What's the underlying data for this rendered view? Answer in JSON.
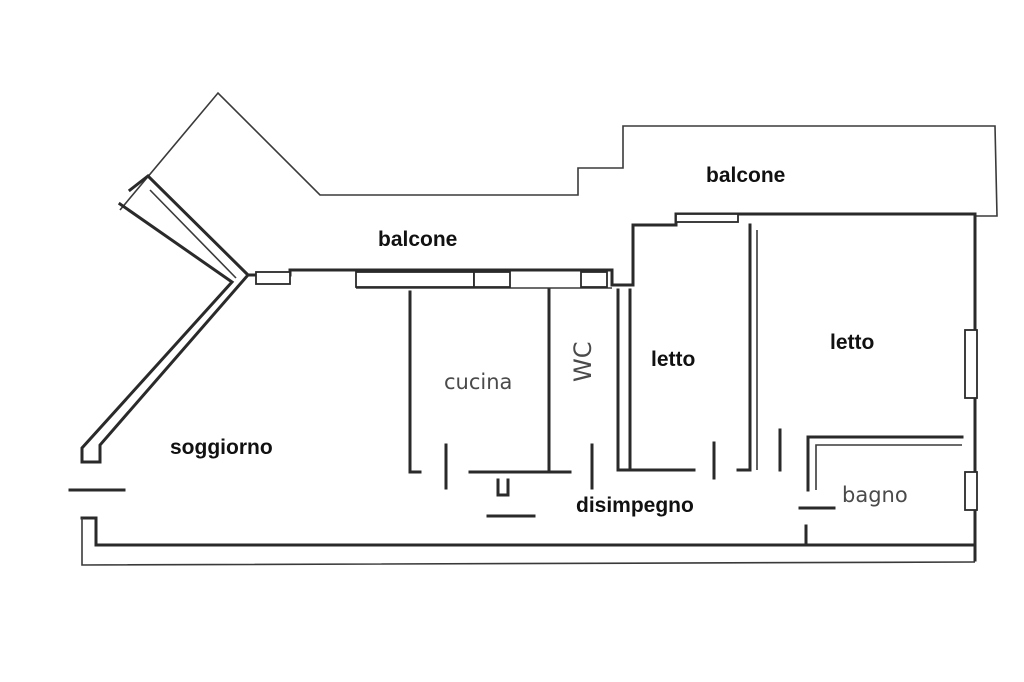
{
  "rooms": {
    "balcone_top": "balcone",
    "balcone_main": "balcone",
    "cucina": "cucina",
    "wc": "WC",
    "letto_1": "letto",
    "letto_2": "letto",
    "soggiorno": "soggiorno",
    "disimpegno": "disimpegno",
    "bagno": "bagno"
  },
  "colors": {
    "wall": "#2a2a2a",
    "background": "#ffffff"
  }
}
